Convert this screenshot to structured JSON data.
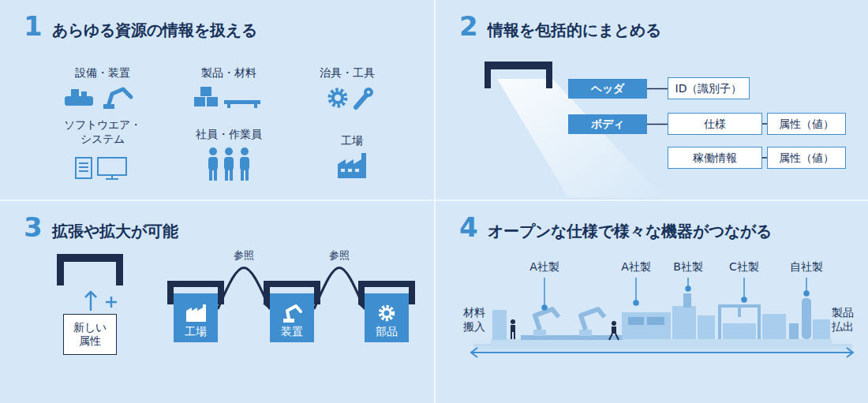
{
  "diagram": {
    "nodes": [
      {
        "text": [
          "1",
          "あらゆる資源の情報を扱える"
        ]
      },
      {
        "text": [
          "2",
          "情報を包括的にまとめる"
        ]
      },
      {
        "text": [
          "ヘッダ"
        ],
        "in": 1
      },
      {
        "text": [
          "ID（識別子）"
        ],
        "in": 1
      },
      {
        "text": [
          "ボディ"
        ],
        "in": 1
      },
      {
        "text": [
          "仕様"
        ],
        "in": 1
      },
      {
        "text": [
          "属性（値）"
        ],
        "in": 1
      },
      {
        "text": [
          "稼働情報"
        ],
        "in": 1
      },
      {
        "text": [
          "属性（値）"
        ],
        "in": 1
      },
      {
        "text": [
          "3",
          "拡張や拡大が可能"
        ]
      },
      {
        "text": [
          "新しい 属性"
        ],
        "in": 9
      },
      {
        "text": [
          "工場"
        ],
        "in": 9
      },
      {
        "text": [
          "装置"
        ],
        "in": 9
      },
      {
        "text": [
          "部品"
        ],
        "in": 9
      },
      {
        "text": [
          "4",
          "オープンな仕様で様々な機器がつながる"
        ]
      }
    ],
    "edges": [
      {
        "from": 2,
        "to": 3,
        "arrow": "none"
      },
      {
        "from": 4,
        "to": 5,
        "arrow": "none"
      },
      {
        "from": 5,
        "to": 6,
        "arrow": "none"
      },
      {
        "from": 7,
        "to": 8,
        "arrow": "none"
      },
      {
        "from": 11,
        "to": 12,
        "label": "参照",
        "arrow": "to"
      },
      {
        "from": 12,
        "to": 13,
        "label": "参照",
        "arrow": "to"
      }
    ],
    "labels": [
      "設備・装置",
      "製品・材料",
      "治具・工具",
      "ソフトウエア・ システム",
      "社員・作業員",
      "工場",
      "A社製",
      "A社製",
      "B社製",
      "C社製",
      "自社製",
      "材料 搬入",
      "製品 払出"
    ]
  }
}
